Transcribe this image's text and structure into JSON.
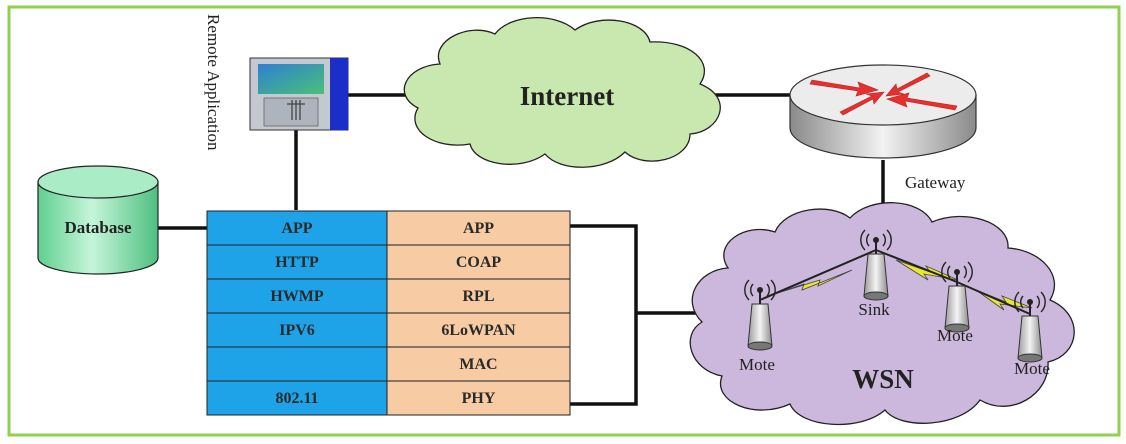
{
  "diagram": {
    "frame_color": "#8fd14f",
    "labels": {
      "remote_application": "Remote Application",
      "internet": "Internet",
      "gateway": "Gateway",
      "database": "Database",
      "wsn": "WSN",
      "sink": "Sink",
      "mote_left": "Mote",
      "mote_middle": "Mote",
      "mote_right": "Mote"
    },
    "stack_left": {
      "color": "#1fa3e8",
      "rows": [
        "APP",
        "HTTP",
        "HWMP",
        "IPV6",
        "",
        "802.11"
      ]
    },
    "stack_right": {
      "color": "#f7cba4",
      "rows": [
        "APP",
        "COAP",
        "RPL",
        "6LoWPAN",
        "MAC",
        "PHY"
      ]
    },
    "colors": {
      "cloud_internet": "#c9e8b0",
      "cloud_wsn": "#cdb8dd",
      "database": "#7de0a8",
      "gateway_arrows": "#e53030",
      "wireless_link": "#e8e830"
    },
    "icons": [
      "computer-terminal-icon",
      "router-icon",
      "database-cylinder-icon",
      "antenna-mote-icon"
    ]
  }
}
